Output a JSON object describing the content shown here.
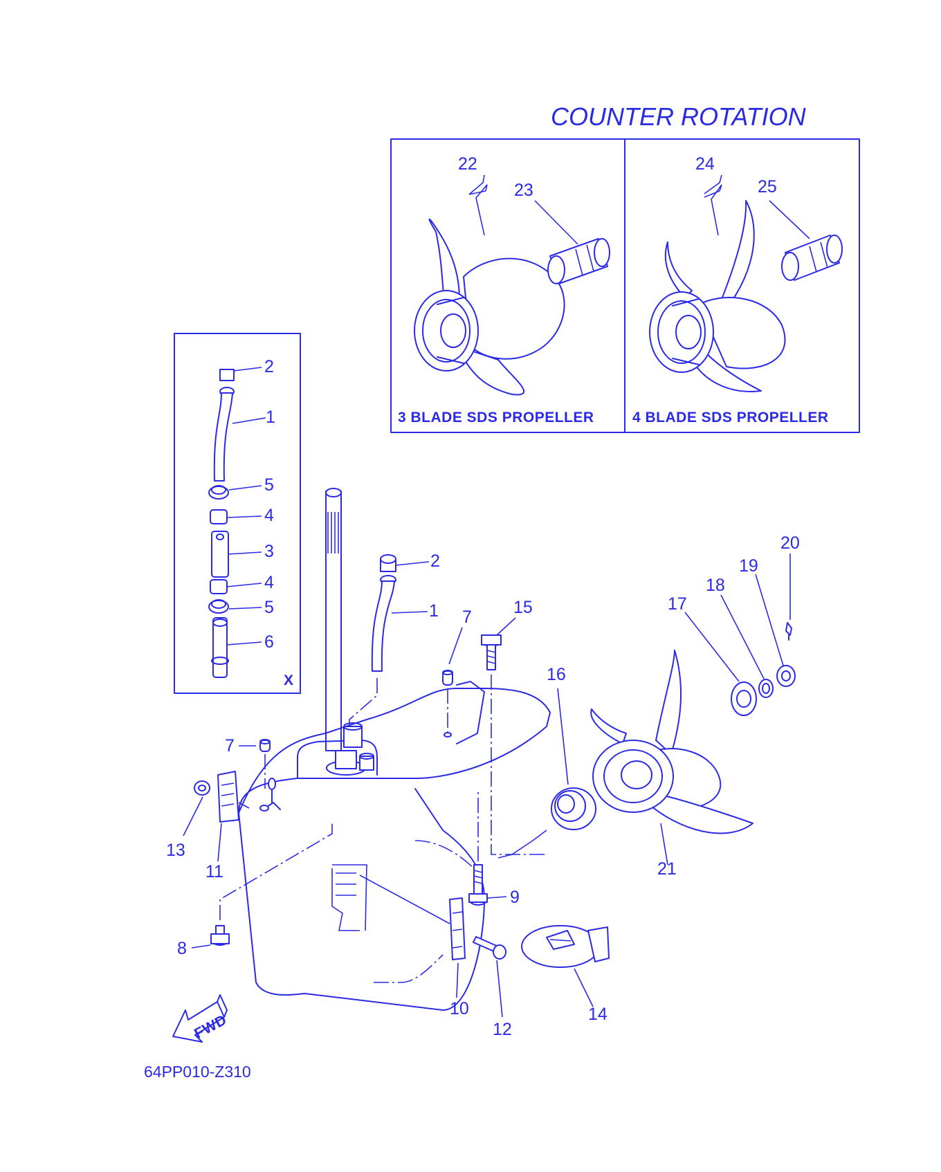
{
  "header": {
    "title": "COUNTER  ROTATION"
  },
  "panels": {
    "three_blade": {
      "label": "3 BLADE SDS PROPELLER"
    },
    "four_blade": {
      "label": "4 BLADE SDS PROPELLER"
    }
  },
  "inset": {
    "marker": "X"
  },
  "arrow": {
    "label": "FWD"
  },
  "drawing_code": "64PP010-Z310",
  "callouts": {
    "c1a": "1",
    "c1b": "1",
    "c2a": "2",
    "c2b": "2",
    "c3": "3",
    "c4a": "4",
    "c4b": "4",
    "c5a": "5",
    "c5b": "5",
    "c6": "6",
    "c7a": "7",
    "c7b": "7",
    "c8": "8",
    "c9": "9",
    "c10": "10",
    "c11": "11",
    "c12": "12",
    "c13": "13",
    "c14": "14",
    "c15": "15",
    "c16": "16",
    "c17": "17",
    "c18": "18",
    "c19": "19",
    "c20": "20",
    "c21": "21",
    "c22": "22",
    "c23": "23",
    "c24": "24",
    "c25": "25"
  },
  "colors": {
    "line": "#2a2ae6",
    "background": "#ffffff"
  }
}
